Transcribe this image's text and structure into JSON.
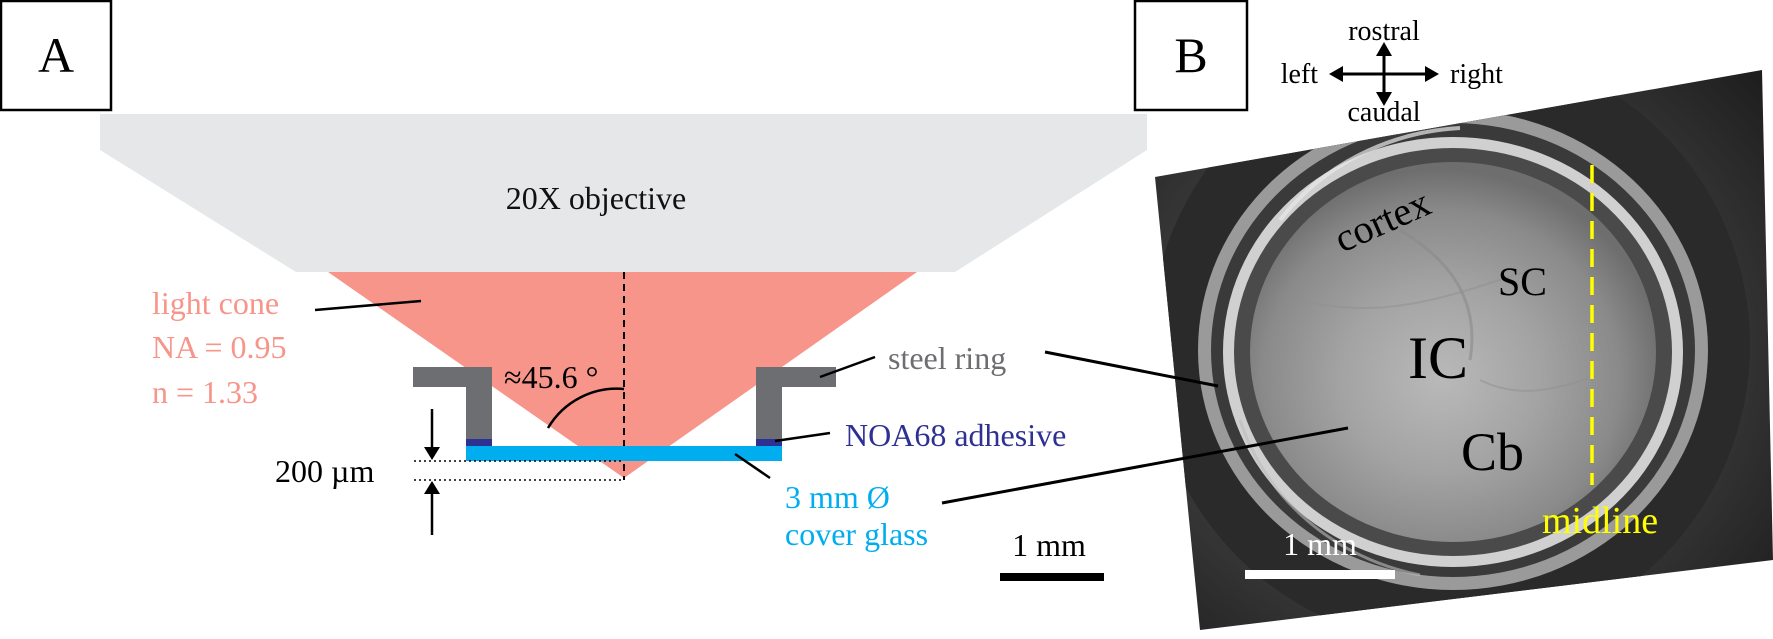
{
  "panel_a": {
    "label": "A",
    "objective_label": "20X objective",
    "light_cone": {
      "label_line1": "light cone",
      "label_line2": "NA = 0.95",
      "label_line3": "n = 1.33"
    },
    "angle_label": "≈45.6 °",
    "steel_ring_label": "steel ring",
    "adhesive_label": "NOA68 adhesive",
    "cover_glass_line1": "3 mm  Ø",
    "cover_glass_line2": "cover glass",
    "thickness_label": "200 µm",
    "scale_bar_label": "1 mm"
  },
  "panel_b": {
    "label": "B",
    "compass": {
      "up": "rostral",
      "down": "caudal",
      "left": "left",
      "right": "right"
    },
    "regions": {
      "cortex": "cortex",
      "sc": "SC",
      "ic": "IC",
      "cb": "Cb"
    },
    "midline_label": "midline",
    "scale_bar_label": "1 mm"
  },
  "colors": {
    "objective_gray": "#e6e7e8",
    "light_cone": "#f7958a",
    "steel": "#6d6e71",
    "adhesive": "#2e3192",
    "cover_glass": "#00aeef",
    "midline": "#ffff00"
  }
}
